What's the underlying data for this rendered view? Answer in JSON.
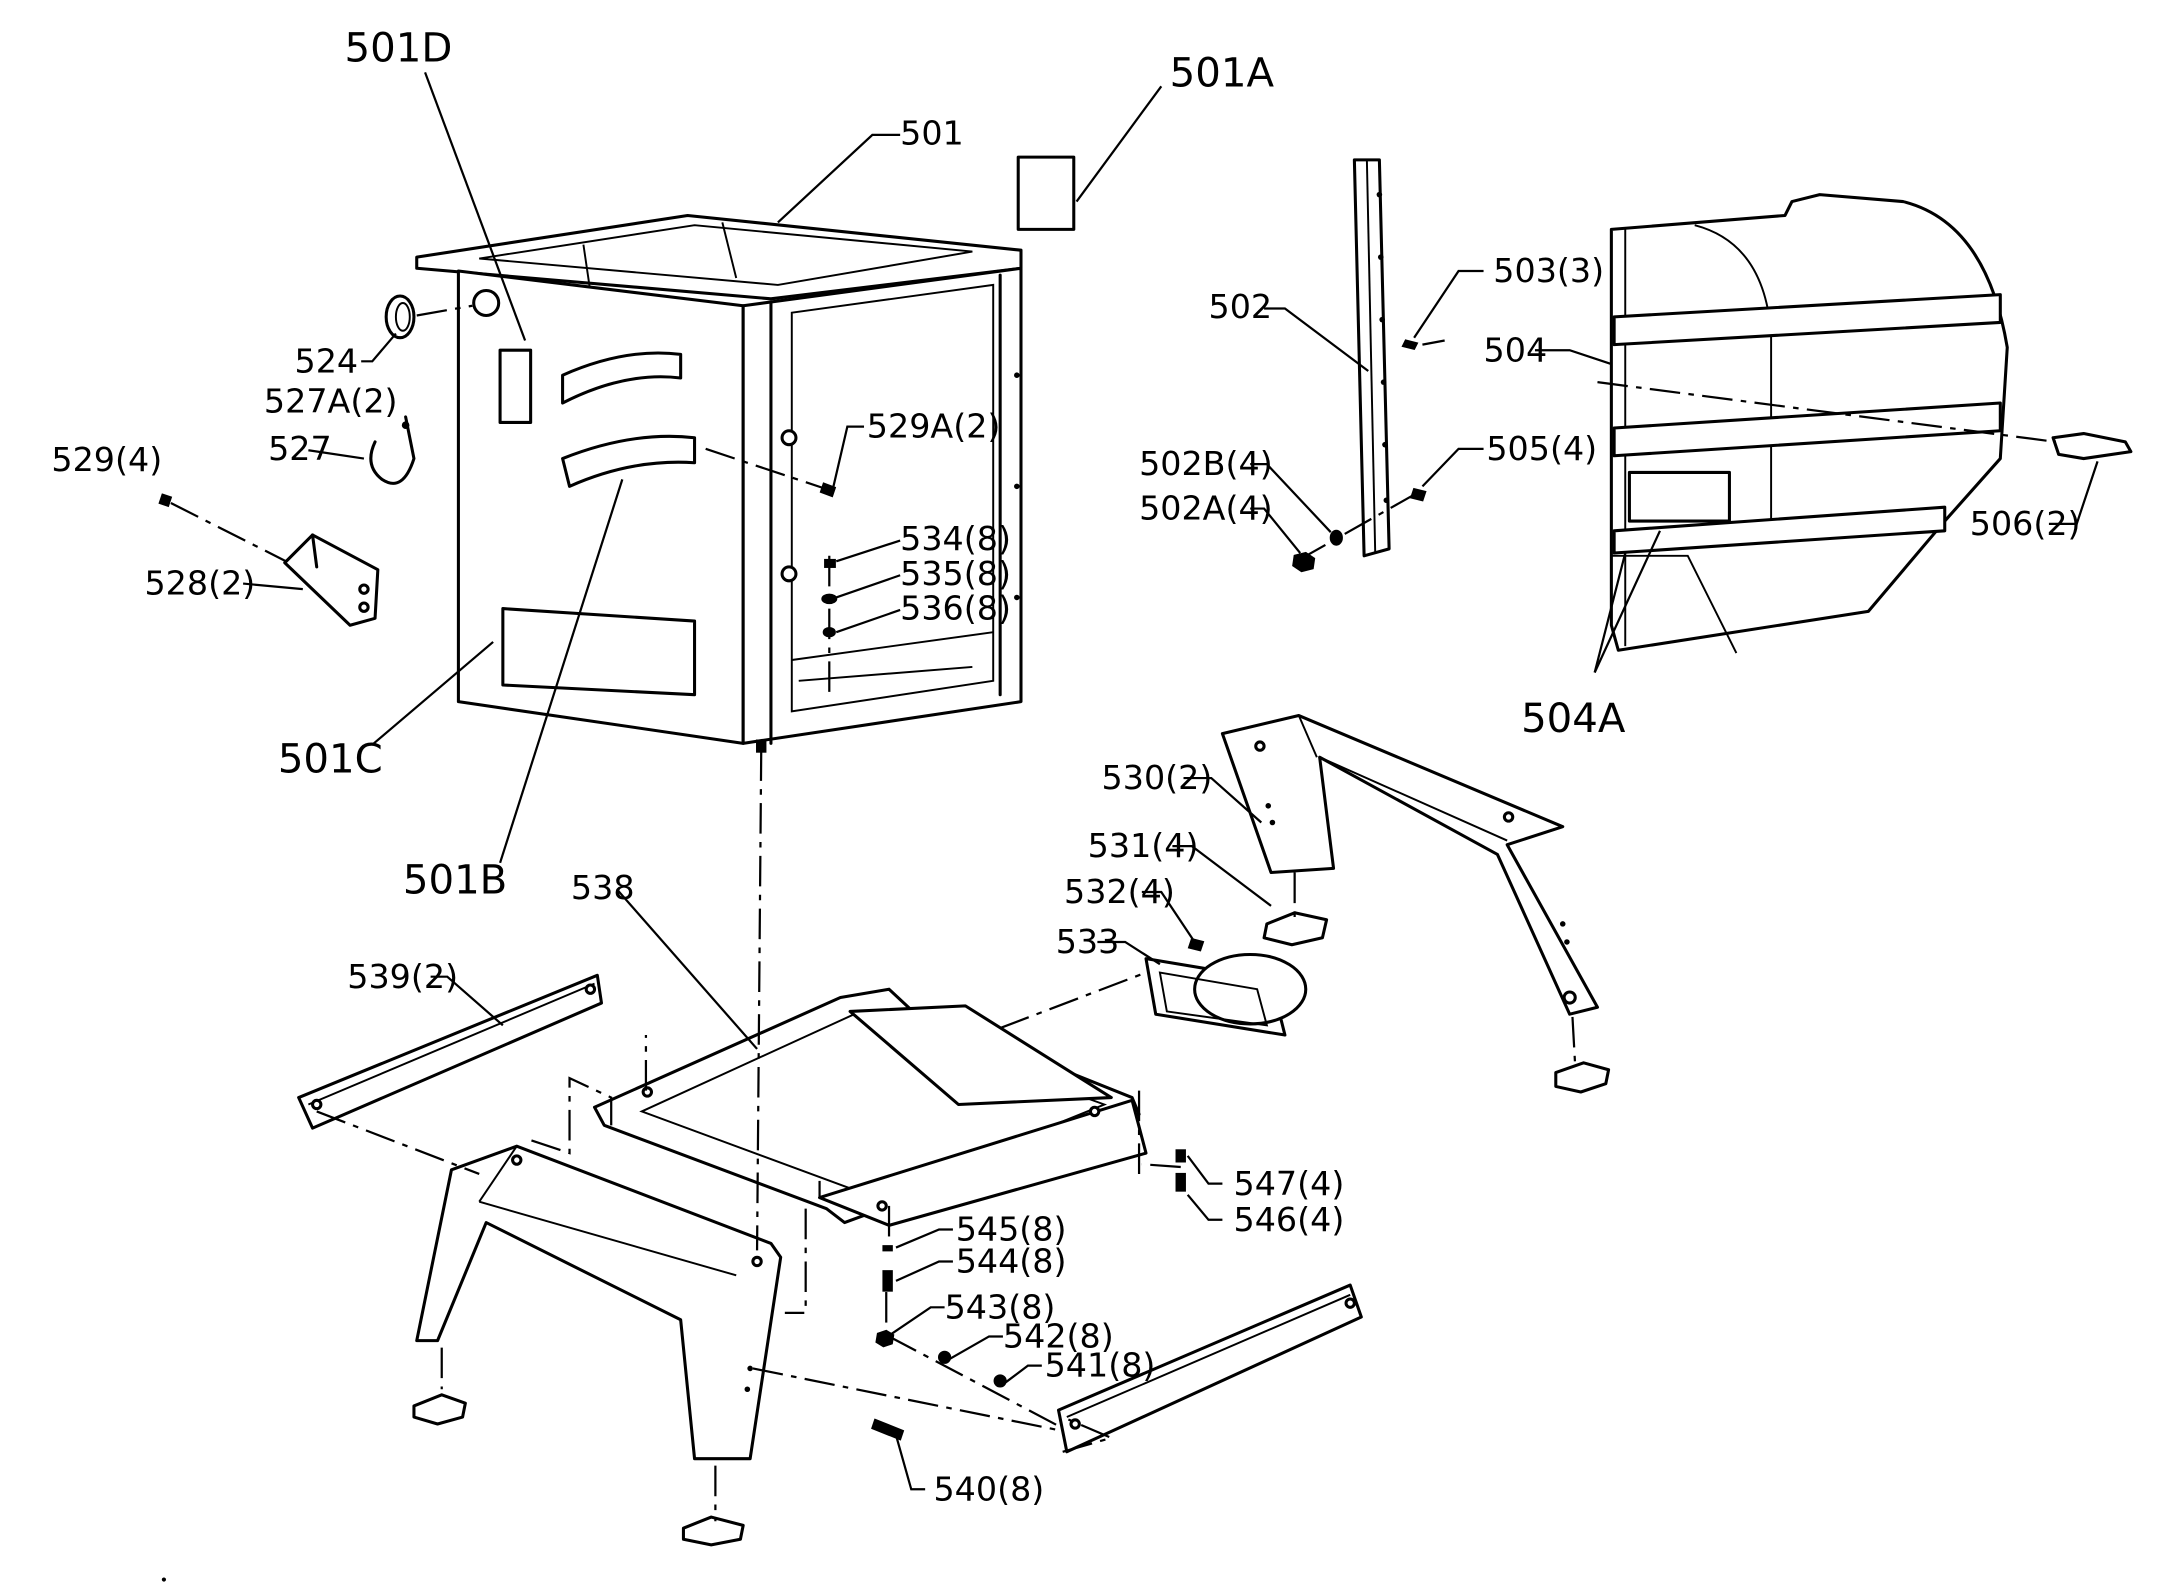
{
  "labels": {
    "p501D": "501D",
    "p501A": "501A",
    "p501": "501",
    "p524": "524",
    "p527A": "527A(2)",
    "p527": "527",
    "p529": "529(4)",
    "p528": "528(2)",
    "p529A": "529A(2)",
    "p534": "534(8)",
    "p535": "535(8)",
    "p536": "536(8)",
    "p501C": "501C",
    "p501B": "501B",
    "p502": "502",
    "p503": "503(3)",
    "p504": "504",
    "p502B": "502B(4)",
    "p505": "505(4)",
    "p502A": "502A(4)",
    "p506": "506(2)",
    "p504A": "504A",
    "p530": "530(2)",
    "p531": "531(4)",
    "p532": "532(4)",
    "p533": "533",
    "p538": "538",
    "p539": "539(2)",
    "p547": "547(4)",
    "p546": "546(4)",
    "p545": "545(8)",
    "p544": "544(8)",
    "p543": "543(8)",
    "p542": "542(8)",
    "p541": "541(8)",
    "p540": "540(8)"
  }
}
